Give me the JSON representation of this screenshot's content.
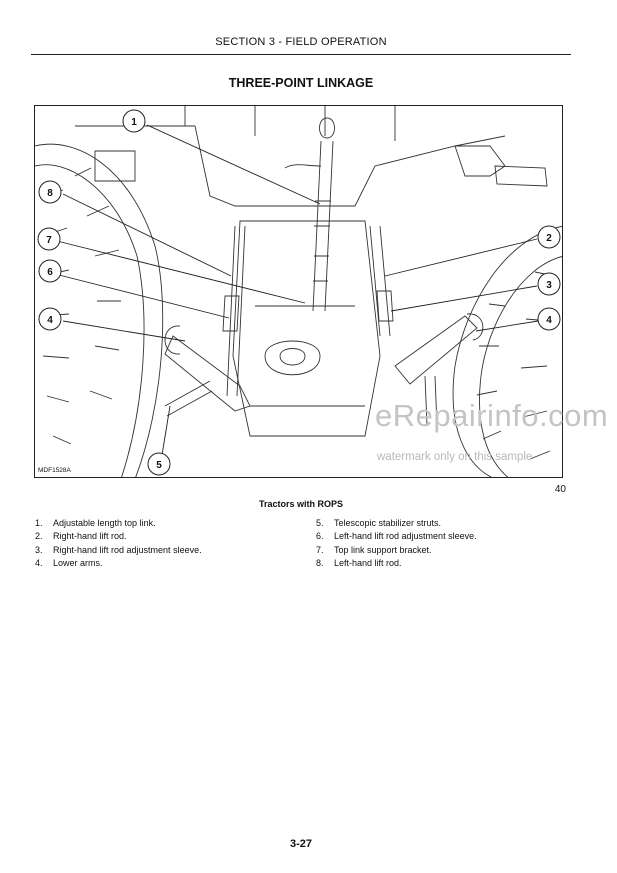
{
  "header": {
    "section": "SECTION 3 - FIELD OPERATION"
  },
  "title": "THREE-POINT LINKAGE",
  "figure": {
    "code": "MDF1528A",
    "number": "40",
    "caption": "Tractors with ROPS",
    "callouts": [
      "1",
      "8",
      "7",
      "6",
      "4",
      "2",
      "3",
      "4",
      "5"
    ]
  },
  "legend": [
    {
      "num": "1.",
      "text": "Adjustable length top link."
    },
    {
      "num": "2.",
      "text": "Right-hand lift rod."
    },
    {
      "num": "3.",
      "text": "Right-hand lift rod adjustment sleeve."
    },
    {
      "num": "4.",
      "text": "Lower arms."
    },
    {
      "num": "5.",
      "text": "Telescopic stabilizer struts."
    },
    {
      "num": "6.",
      "text": "Left-hand lift rod adjustment sleeve."
    },
    {
      "num": "7.",
      "text": "Top link support bracket."
    },
    {
      "num": "8.",
      "text": "Left-hand lift rod."
    }
  ],
  "watermark": {
    "main": "eRepairinfo.com",
    "sub": "watermark only on this sample"
  },
  "page_number": "3-27"
}
